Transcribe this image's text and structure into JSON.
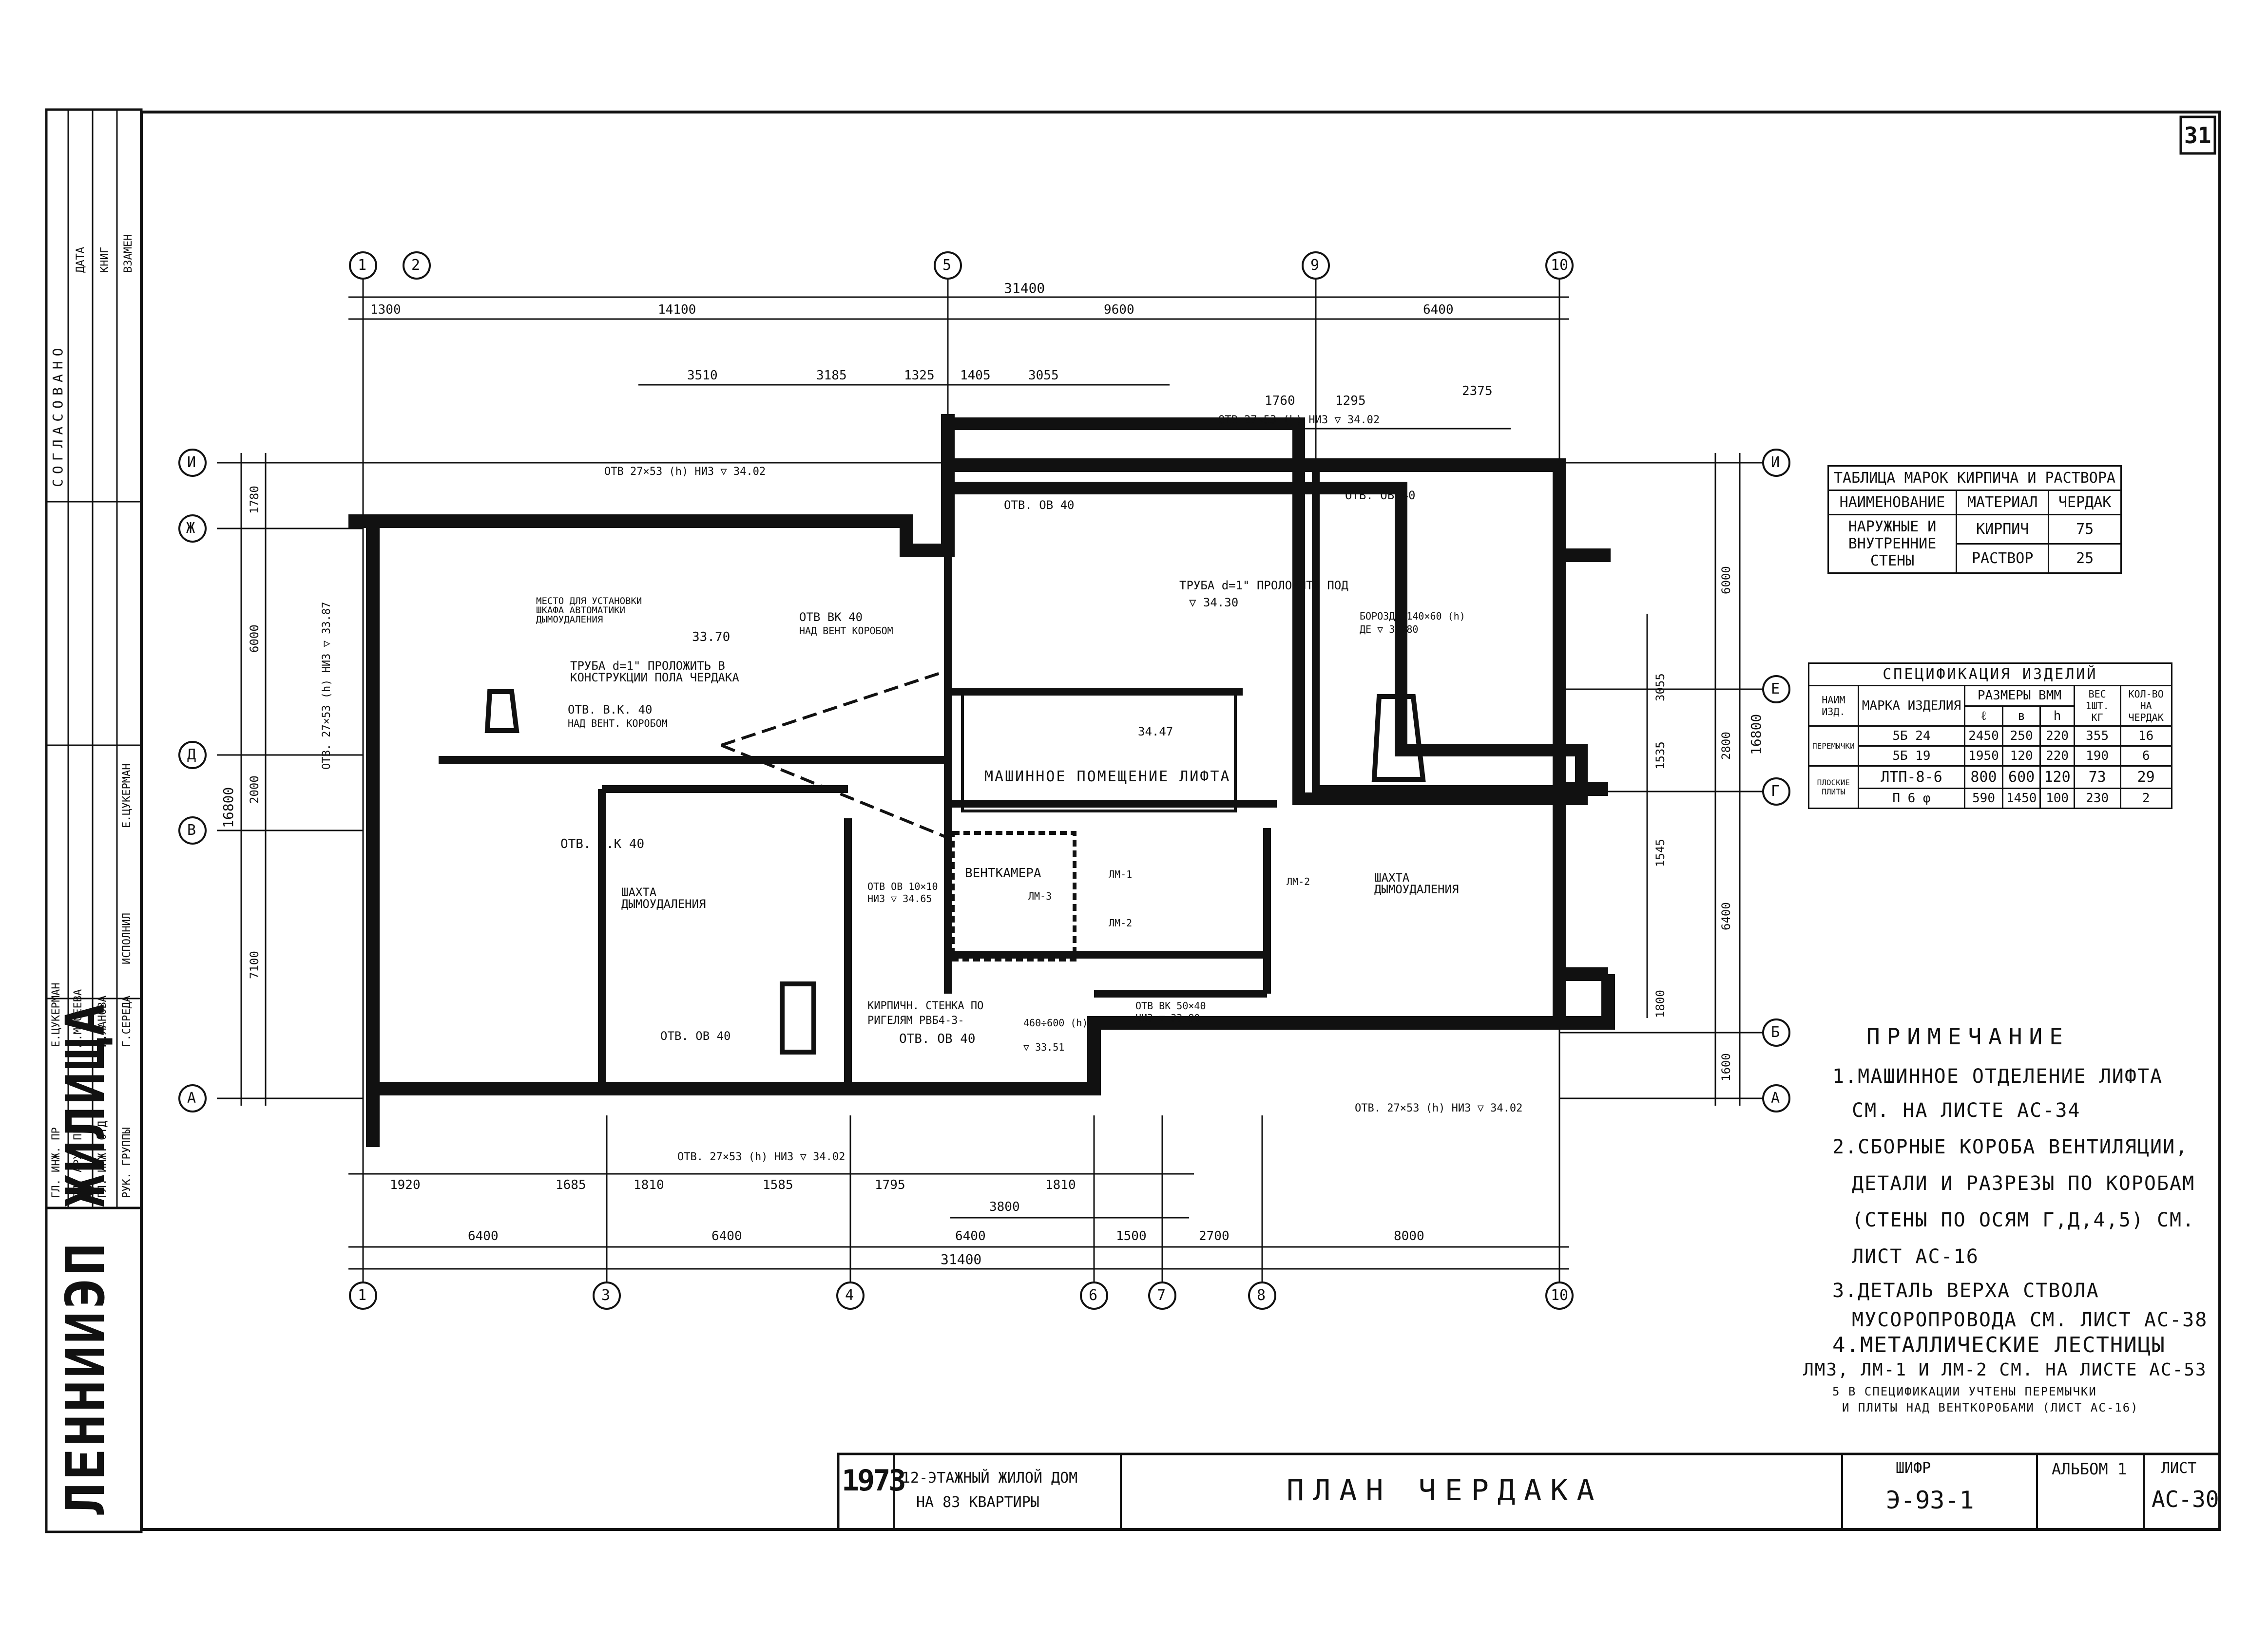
{
  "sheet": {
    "page_number": "31",
    "title": "ПЛАН ЧЕРДАКА",
    "year": "1973",
    "project_line1": "12-ЭТАЖНЫЙ ЖИЛОЙ ДОМ",
    "project_line2": "НА 83 КВАРТИРЫ",
    "cipher_label": "ШИФР",
    "cipher": "Э-93-1",
    "album": "АЛЬБОМ 1",
    "list_label": "ЛИСТ",
    "list": "АС-30",
    "org": "ЛЕННИИЭП ЖИЛИЩА",
    "approval_header": "СОГЛАСОВАНО",
    "approval_cols": [
      "ДАТА",
      "КНИГ",
      "ВЗАМЕН"
    ],
    "stamp_rows": [
      "ГЛ. ИНЖ. ПР",
      "ГЛ. АРХ. ПР",
      "ГЛ. ИНЖ. ОТД",
      "РУК. ГРУППЫ",
      "ИСПОЛНИЛ"
    ],
    "stamp_names": [
      "Е.ЦУКЕРМАН",
      "А.МАСЕЕВА",
      "И.ЛАНОВА",
      "Г.СЕРЕДА",
      "Е.ЦУКЕРМАН"
    ]
  },
  "axes": {
    "top": [
      "1",
      "2",
      "5",
      "9",
      "10"
    ],
    "bottom": [
      "1",
      "3",
      "4",
      "6",
      "7",
      "8",
      "10"
    ],
    "left": [
      "И",
      "Ж",
      "Д",
      "В",
      "А"
    ],
    "right": [
      "И",
      "Е",
      "Г",
      "Б",
      "А"
    ]
  },
  "dimensions": {
    "top_overall": "31400",
    "top_row1": [
      "1300",
      "14100",
      "9600",
      "6400"
    ],
    "top_row2": [
      "3510",
      "3185",
      "1325",
      "1405",
      "3055"
    ],
    "top_row3": [
      "1760",
      "1295",
      "2375"
    ],
    "bottom_row1": [
      "1920",
      "1685",
      "1810",
      "1585",
      "1795",
      "1810"
    ],
    "bottom_3800": "3800",
    "bottom_row2": [
      "6400",
      "6400",
      "6400",
      "1500",
      "2700",
      "8000"
    ],
    "bottom_overall": "31400",
    "left_outer": "16800",
    "left_segments": [
      "1780",
      "6000",
      "2000",
      "7100"
    ],
    "right_outer": "16800",
    "right_segments": [
      "6000",
      "2800",
      "6400",
      "1600"
    ],
    "right_inner": [
      "3055",
      "1535",
      "1545",
      "1800"
    ]
  },
  "plan_labels": {
    "otv_top_left": "ОТВ  27×53 (h)  НИЗ ▽ 34.02",
    "otv_top_right": "ОТВ  27×53 (h)  НИЗ ▽ 34.02",
    "otv_ov40_a": "ОТВ. ОВ 40",
    "otv_ov40_b": "ОТВ. ОВ 40",
    "place_shaft": "МЕСТО ДЛЯ УСТАНОВКИ ШКАФА АВТОМАТИКИ ДЫМОУДАЛЕНИЯ",
    "otv_vk40_a": "ОТВ ВК 40",
    "otv_vk40_a2": "НАД ВЕНТ КОРОБОМ",
    "level_3370": "33.70",
    "pipe_note": "ТРУБА d=1\" ПРОЛОЖИТЬ В КОНСТРУКЦИИ ПОЛА ЧЕРДАКА",
    "otv_vk40_b": "ОТВ. В.К. 40",
    "otv_vk40_b2": "НАД ВЕНТ. КОРОБОМ",
    "otv_vk40_c": "ОТВ. В.К 40",
    "pipe_note2": "ТРУБА d=1\" ПРОЛОЖИТЬ ПОД",
    "level_3430": "▽ 34.30",
    "groove": "БОРОЗДА 140×60 (h)",
    "groove_level": "ДЕ ▽ 33.80",
    "machine_room": "МАШИННОЕ ПОМЕЩЕНИЕ ЛИФТА",
    "level_3447": "34.47",
    "ventkamera": "ВЕНТКАМЕРА",
    "shaft_left": "ШАХТА ДЫМОУДАЛЕНИЯ",
    "shaft_right": "ШАХТА ДЫМОУДАЛЕНИЯ",
    "otv_ov10": "ОТВ ОВ 10×10",
    "otv_ov10_level": "НИЗ ▽ 34.65",
    "brick_wall": "КИРПИЧН. СТЕНКА ПО",
    "rigel": "РИГЕЛЯМ РВБ4-3-",
    "otv_ov40_c": "ОТВ. ОВ 40",
    "otv_vk_50": "ОТВ ВК 50×40",
    "otv_vk_50_level": "НИЗ ▽ 33.80",
    "otv_bottom_a": "ОТВ. 27×53 (h)  НИЗ ▽ 34.02",
    "otv_bottom_b": "ОТВ. 27×53 (h)  НИЗ ▽ 34.02",
    "otv_27_vert": "ОТВ. 27×53 (h)  НИЗ ▽ 33.87",
    "lm1": "ЛМ-1",
    "lm2": "ЛМ-2",
    "lm3": "ЛМ-3",
    "lm2b": "ЛМ-2",
    "ot_b_40": "ОТВ. ОВ 40",
    "h_note": "460÷600 (h)",
    "h_level": "▽ 33.51"
  },
  "brick_table": {
    "title": "ТАБЛИЦА МАРОК КИРПИЧА И РАСТВОРА",
    "headers": [
      "НАИМЕНОВАНИЕ",
      "МАТЕРИАЛ",
      "ЧЕРДАК"
    ],
    "row_name": "НАРУЖНЫЕ И ВНУТРЕННИЕ СТЕНЫ",
    "rows": [
      [
        "КИРПИЧ",
        "75"
      ],
      [
        "РАСТВОР",
        "25"
      ]
    ]
  },
  "spec_table": {
    "title": "СПЕЦИФИКАЦИЯ ИЗДЕЛИЙ",
    "headers": [
      "НАИМ ИЗД.",
      "МАРКА ИЗДЕЛИЯ",
      "РАЗМЕРЫ ВММ",
      "ВЕС 1ШТ. КГ",
      "КОЛ-ВО НА ЧЕРДАК"
    ],
    "sub_headers": [
      "ℓ",
      "в",
      "h"
    ],
    "group1": "ПЕРЕМЫЧКИ",
    "group2": "ПЛОСКИЕ ПЛИТЫ",
    "rows": [
      [
        "5Б 24",
        "2450",
        "250",
        "220",
        "355",
        "16"
      ],
      [
        "5Б 19",
        "1950",
        "120",
        "220",
        "190",
        "6"
      ],
      [
        "ЛТП-8-6",
        "800",
        "600",
        "120",
        "73",
        "29"
      ],
      [
        "П 6 φ",
        "590",
        "1450",
        "100",
        "230",
        "2"
      ]
    ]
  },
  "notes": {
    "title": "ПРИМЕЧАНИЕ",
    "items": [
      "1.МАШИННОЕ ОТДЕЛЕНИЕ ЛИФТА",
      "СМ. НА ЛИСТЕ АС-34",
      "2.СБОРНЫЕ КОРОБА ВЕНТИЛЯЦИИ,",
      "ДЕТАЛИ И РАЗРЕЗЫ ПО КОРОБАМ",
      "(СТЕНЫ ПО ОСЯМ Г,Д,4,5) СМ.",
      "ЛИСТ АС-16",
      "3.ДЕТАЛЬ ВЕРХА СТВОЛА",
      "МУСОРОПРОВОДА СМ. ЛИСТ АС-38",
      "4.МЕТАЛЛИЧЕСКИЕ ЛЕСТНИЦЫ",
      "ЛМ3, ЛМ-1 И ЛМ-2 СМ. НА ЛИСТЕ АС-53",
      "5 В СПЕЦИФИКАЦИИ УЧТЕНЫ ПЕРЕМЫЧКИ",
      "И ПЛИТЫ НАД ВЕНТКОРОБАМИ (ЛИСТ АС-16)"
    ]
  }
}
